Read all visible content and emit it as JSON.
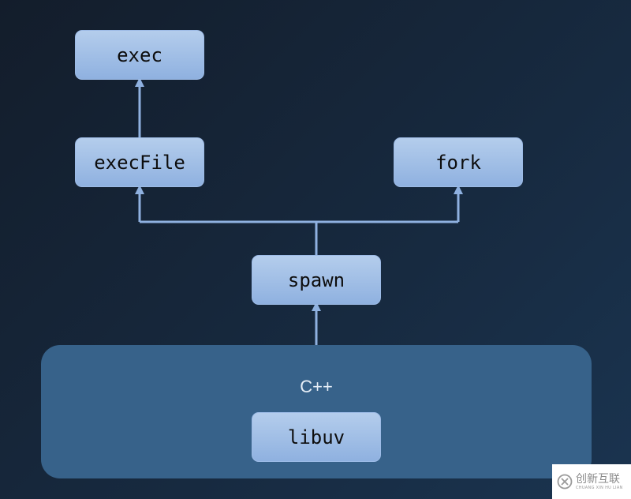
{
  "nodes": {
    "exec": "exec",
    "execfile": "execFile",
    "fork": "fork",
    "spawn": "spawn",
    "libuv": "libuv"
  },
  "cpp_panel": {
    "label": "C++"
  },
  "colors": {
    "node_fill": "#a6c3ea",
    "panel_fill": "#37628a",
    "edge": "#8fb1e0",
    "background": "#152538"
  },
  "watermark": {
    "main": "创新互联",
    "sub": "CHUANG XIN HU LIAN"
  }
}
